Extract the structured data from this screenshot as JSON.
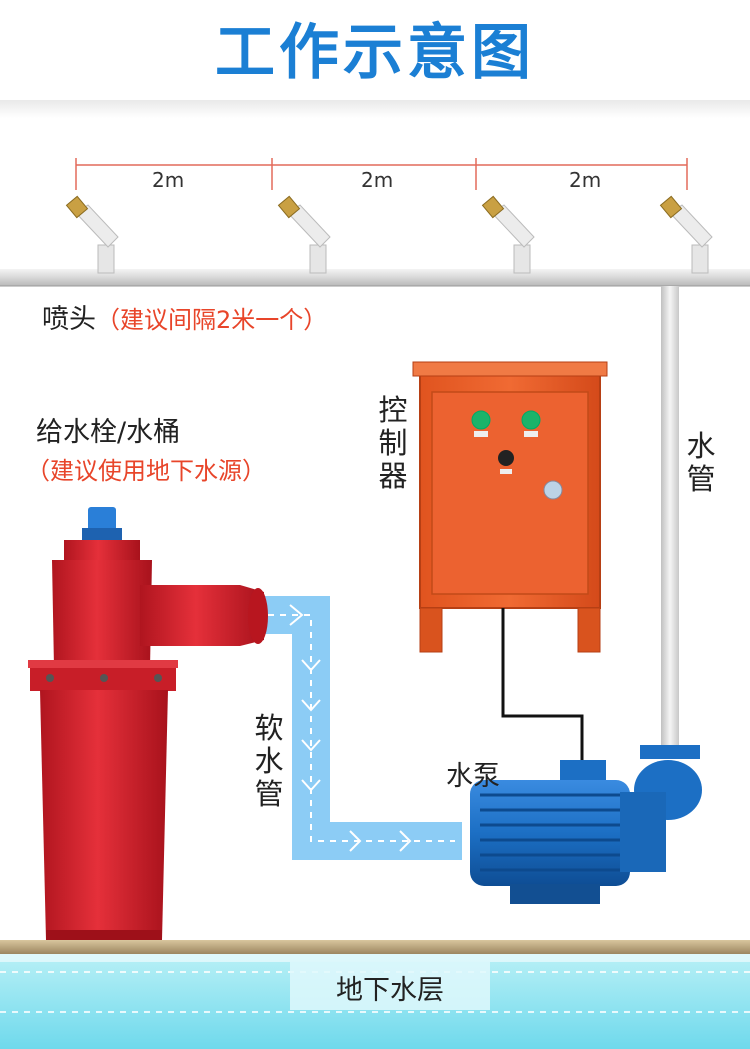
{
  "title": "工作示意图",
  "spacing": [
    "2m",
    "2m",
    "2m"
  ],
  "nozzle_label": "喷头",
  "nozzle_note": "（建议间隔2米一个）",
  "hydrant_label": "给水栓/水桶",
  "hydrant_note": "（建议使用地下水源）",
  "controller_label": "控制器",
  "water_pipe_label": "水管",
  "hose_label": "软水管",
  "pump_label": "水泵",
  "groundwater_label": "地下水层",
  "colors": {
    "title": "#1b7fd4",
    "note": "#e8452a",
    "hydrant": "#d8222f",
    "controller": "#e8582a",
    "pump": "#1c6fc4",
    "hose": "#8cccf5",
    "water": "#7fe0ee"
  }
}
